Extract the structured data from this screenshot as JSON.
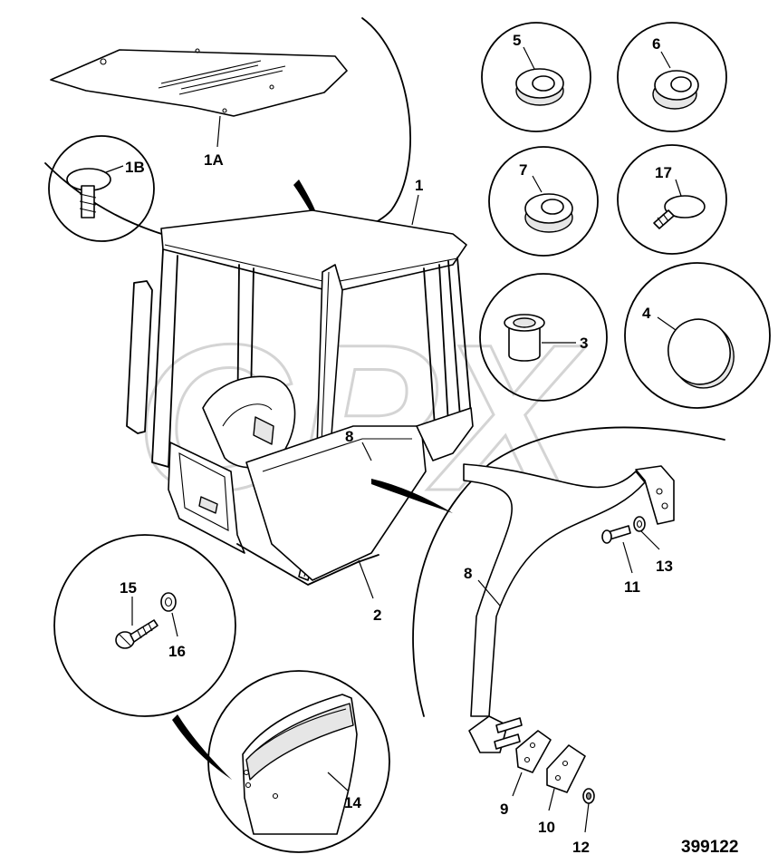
{
  "labels": {
    "p1": "1",
    "p1a": "1A",
    "p1b": "1B",
    "p2": "2",
    "p3": "3",
    "p4": "4",
    "p5": "5",
    "p6": "6",
    "p7": "7",
    "p8_cab": "8",
    "p8_detail": "8",
    "p9": "9",
    "p10": "10",
    "p11": "11",
    "p12": "12",
    "p13": "13",
    "p14": "14",
    "p15": "15",
    "p16": "16",
    "p17": "17"
  },
  "drawing_number": "399122",
  "watermark": "GPX",
  "colors": {
    "line": "#000000",
    "shade": "#e6e6e6",
    "watermark": "#cfcfcf"
  }
}
